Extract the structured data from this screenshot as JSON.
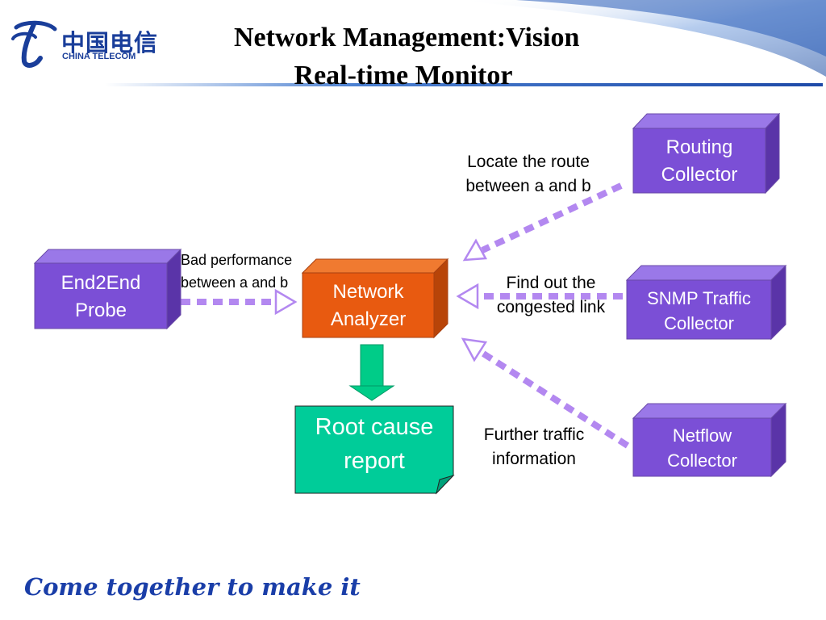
{
  "header": {
    "title_line1": "Network Management:Vision",
    "title_line2": "Real-time Monitor",
    "logo_cn": "中国电信",
    "logo_en": "CHINA TELECOM"
  },
  "nodes": {
    "end2end_probe": {
      "line1": "End2End",
      "line2": "Probe"
    },
    "network_analyzer": {
      "line1": "Network",
      "line2": "Analyzer"
    },
    "routing_collector": {
      "line1": "Routing",
      "line2": "Collector"
    },
    "snmp_collector": {
      "line1": "SNMP Traffic",
      "line2": "Collector"
    },
    "netflow_collector": {
      "line1": "Netflow",
      "line2": "Collector"
    },
    "root_cause_report": {
      "line1": "Root cause",
      "line2": "report"
    }
  },
  "edges": {
    "probe_to_analyzer": {
      "line1": "Bad performance",
      "line2": "between a and b"
    },
    "routing_to_analyzer": {
      "line1": "Locate the route",
      "line2": "between a and b"
    },
    "snmp_to_analyzer": {
      "line1": "Find out the",
      "line2": "congested link"
    },
    "netflow_to_analyzer": {
      "line1": "Further traffic",
      "line2": "information"
    }
  },
  "footer": {
    "slogan": "Come together to make it"
  },
  "colors": {
    "collector_box": "#7b4fd6",
    "analyzer_box": "#e85a10",
    "report_box": "#00cc99",
    "dotted_arrow": "#b388f0",
    "down_arrow": "#00cc88",
    "brand_blue": "#1a3e9a"
  }
}
